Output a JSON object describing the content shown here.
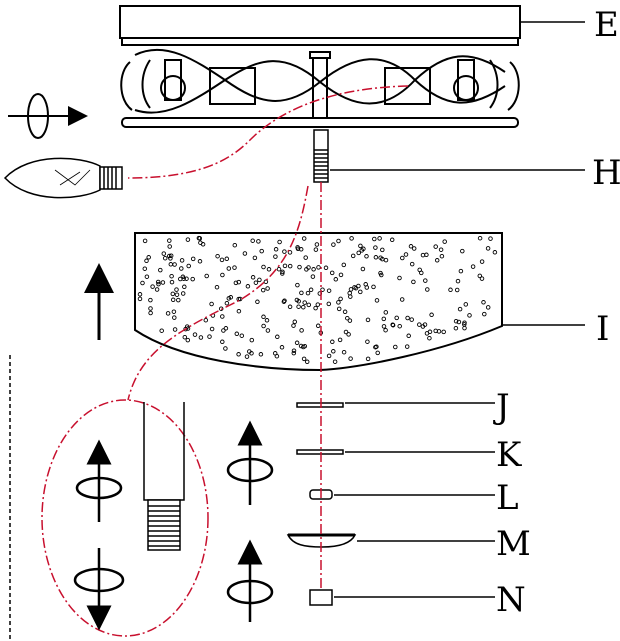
{
  "labels": {
    "E": "E",
    "H": "H",
    "I": "I",
    "J": "J",
    "K": "K",
    "L": "L",
    "M": "M",
    "N": "N"
  },
  "colors": {
    "line": "#000000",
    "guide": "#c8102e"
  },
  "icons": [
    "rotate-arrow-icon",
    "up-arrow-icon",
    "down-arrow-icon",
    "light-bulb-icon"
  ]
}
